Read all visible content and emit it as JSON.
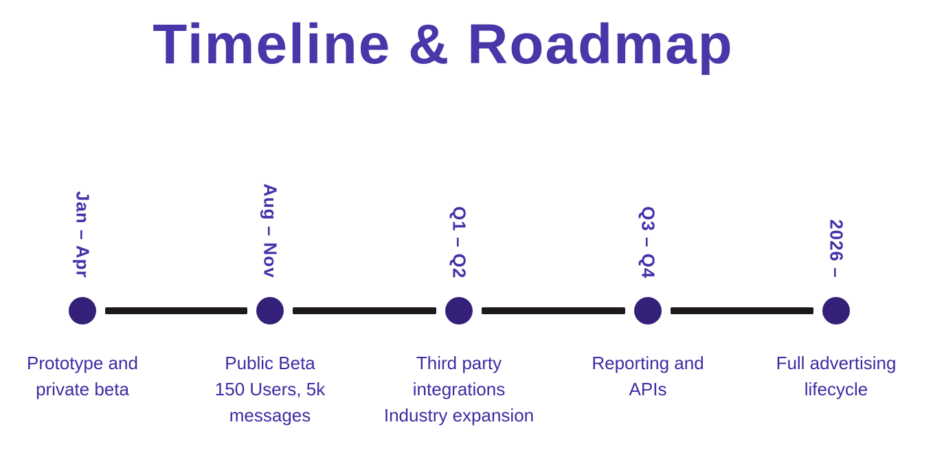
{
  "title": "Timeline & Roadmap",
  "colors": {
    "background": "#ffffff",
    "title": "#4a35a9",
    "period_label": "#4330a8",
    "description": "#3f2aa2",
    "dot": "#342078",
    "connector": "#1d1819"
  },
  "timeline": {
    "milestones": [
      {
        "period": "Jan – Apr",
        "description": "Prototype and\nprivate beta"
      },
      {
        "period": "Aug – Nov",
        "description": "Public Beta\n150 Users, 5k\nmessages"
      },
      {
        "period": "Q1 – Q2",
        "description": "Third party\nintegrations\nIndustry expansion"
      },
      {
        "period": "Q3 – Q4",
        "description": "Reporting and\nAPIs"
      },
      {
        "period": "2026 –",
        "description": "Full advertising\nlifecycle"
      }
    ]
  }
}
